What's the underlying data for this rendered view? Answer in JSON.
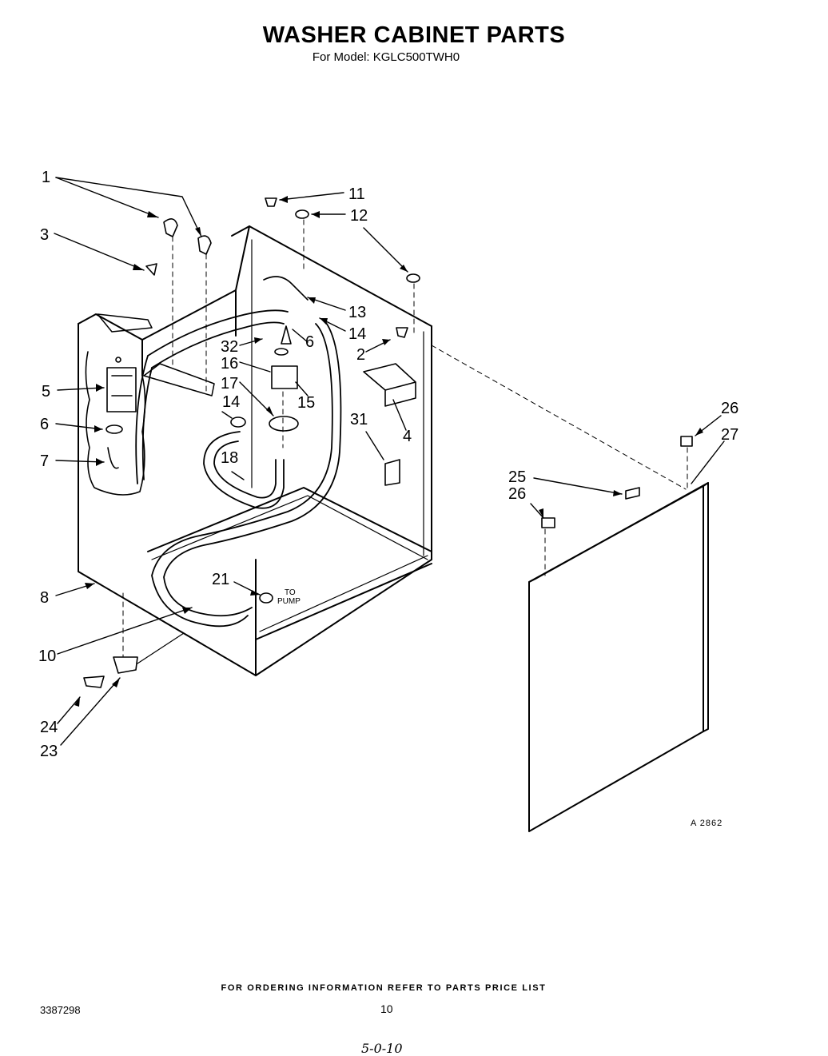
{
  "header": {
    "title": "WASHER CABINET PARTS",
    "subtitle": "For Model: KGLC500TWH0"
  },
  "diagram": {
    "callouts": [
      {
        "id": "c1",
        "label": "1"
      },
      {
        "id": "c3",
        "label": "3"
      },
      {
        "id": "c5",
        "label": "5"
      },
      {
        "id": "c6a",
        "label": "6"
      },
      {
        "id": "c7",
        "label": "7"
      },
      {
        "id": "c8",
        "label": "8"
      },
      {
        "id": "c10",
        "label": "10"
      },
      {
        "id": "c24",
        "label": "24"
      },
      {
        "id": "c23",
        "label": "23"
      },
      {
        "id": "c11",
        "label": "11"
      },
      {
        "id": "c12",
        "label": "12"
      },
      {
        "id": "c13",
        "label": "13"
      },
      {
        "id": "c14a",
        "label": "14"
      },
      {
        "id": "c6b",
        "label": "6"
      },
      {
        "id": "c2",
        "label": "2"
      },
      {
        "id": "c32",
        "label": "32"
      },
      {
        "id": "c16",
        "label": "16"
      },
      {
        "id": "c17",
        "label": "17"
      },
      {
        "id": "c15",
        "label": "15"
      },
      {
        "id": "c14b",
        "label": "14"
      },
      {
        "id": "c18",
        "label": "18"
      },
      {
        "id": "c31",
        "label": "31"
      },
      {
        "id": "c4",
        "label": "4"
      },
      {
        "id": "c21",
        "label": "21"
      },
      {
        "id": "c26a",
        "label": "26"
      },
      {
        "id": "c27",
        "label": "27"
      },
      {
        "id": "c25",
        "label": "25"
      },
      {
        "id": "c26b",
        "label": "26"
      }
    ],
    "pump_label_line1": "TO",
    "pump_label_line2": "PUMP",
    "reference": "A 2862"
  },
  "footer": {
    "ordering_note": "FOR ORDERING INFORMATION REFER TO PARTS PRICE LIST",
    "document_number": "3387298",
    "page_number": "10",
    "handwritten_note": "5-0-10"
  }
}
